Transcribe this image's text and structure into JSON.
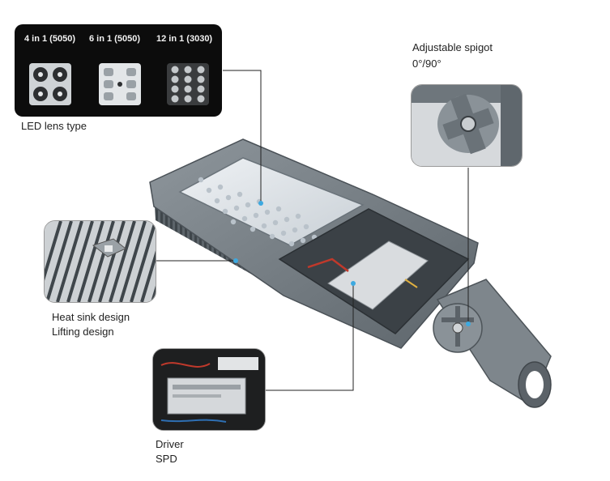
{
  "lens_panel": {
    "items": [
      {
        "label": "4 in 1 (5050)",
        "icon": "lens-4-icon"
      },
      {
        "label": "6 in 1 (5050)",
        "icon": "lens-6-icon"
      },
      {
        "label": "12 in 1 (3030)",
        "icon": "lens-12-icon"
      }
    ],
    "caption": "LED lens type"
  },
  "spigot": {
    "caption_line1": "Adjustable spigot",
    "caption_line2": "0°/90°"
  },
  "heatsink": {
    "caption_line1": "Heat sink design",
    "caption_line2": "Lifting design"
  },
  "driver": {
    "caption_line1": "Driver",
    "caption_line2": "SPD"
  },
  "colors": {
    "callout_line": "#222222",
    "callout_dot": "#3da9e0",
    "housing": "#7d858c",
    "panel_bg": "#0c0c0c"
  }
}
